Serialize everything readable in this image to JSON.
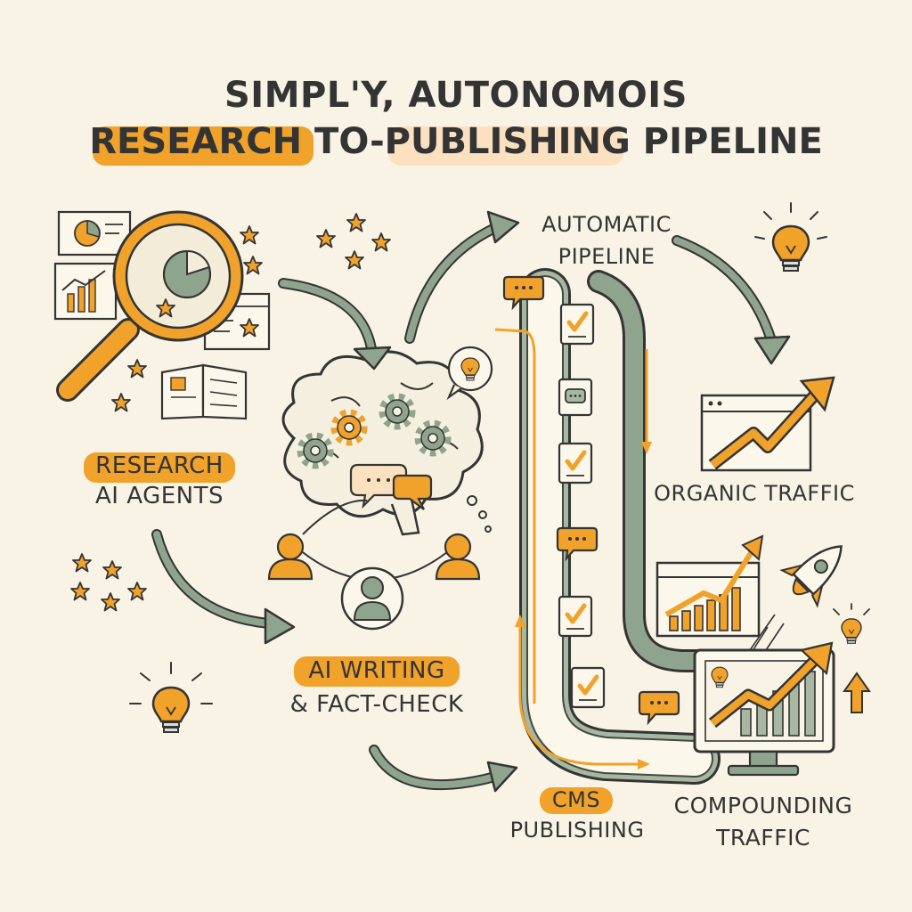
{
  "title": {
    "line1": "SIMPL'Y, AUTONOMOIS",
    "line2_highlight": "RESEARCH",
    "line2_middle": "TO-",
    "line2_soft": "PUBLISHING",
    "line2_end": "PIPELINE"
  },
  "labels": {
    "research_line1": "RESEARCH",
    "research_line2": "AI AGENTS",
    "writing_line1": "AI WRITING",
    "writing_line2": "& FACT-CHECK",
    "cms_line1": "CMS",
    "cms_line2": "PUBLISHING",
    "pipeline_line1": "AUTOMATIC",
    "pipeline_line2": "PIPELINE",
    "organic": "ORGANIC TRAFFIC",
    "compounding_line1": "COMPOUNDING",
    "compounding_line2": "TRAFFIC"
  },
  "colors": {
    "orange": "#f0a22b",
    "peach": "#fbe1c0",
    "sage": "#8fa48c",
    "ink": "#343434",
    "paper": "#f8f3e4"
  }
}
